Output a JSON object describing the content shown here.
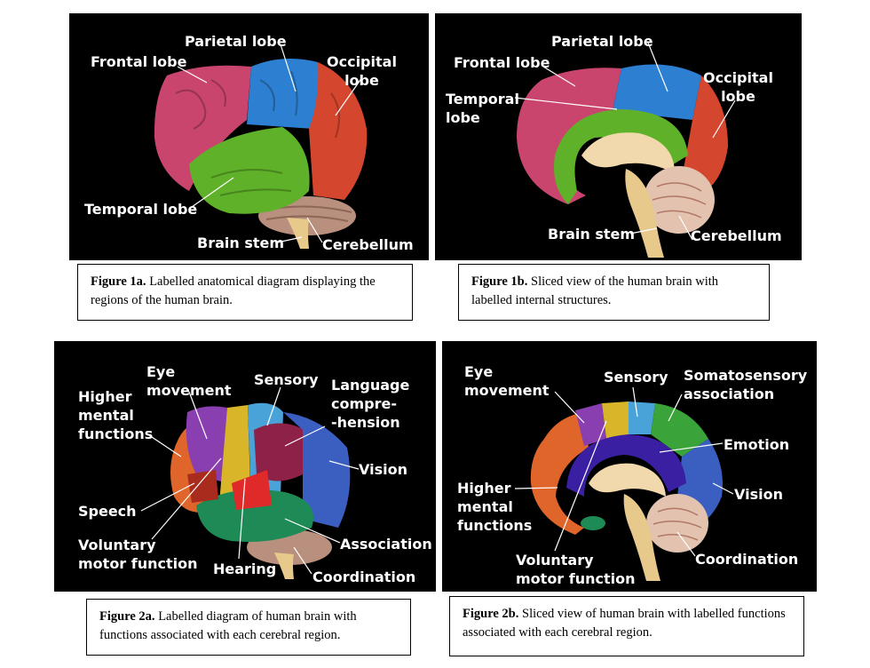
{
  "colors": {
    "frontal": "#c9456e",
    "parietal": "#2d7fd1",
    "occipital": "#d4472e",
    "temporal": "#5fb129",
    "cerebellum": "#b98f7d",
    "brainstem": "#e7c98c",
    "inner": "#f2d9ad"
  },
  "fig1a": {
    "labels": {
      "frontal": "Frontal lobe",
      "parietal": "Parietal lobe",
      "occipital": "Occipital\nlobe",
      "temporal": "Temporal lobe",
      "brainstem": "Brain stem",
      "cerebellum": "Cerebellum"
    },
    "caption_title": "Figure 1a.",
    "caption_text": " Labelled anatomical diagram displaying the regions of the human brain."
  },
  "fig1b": {
    "labels": {
      "frontal": "Frontal lobe",
      "parietal": "Parietal lobe",
      "occipital": "Occipital\nlobe",
      "temporal": "Temporal\nlobe",
      "brainstem": "Brain stem",
      "cerebellum": "Cerebellum"
    },
    "caption_title": "Figure 1b.",
    "caption_text": " Sliced view of the human brain with labelled internal structures."
  },
  "fig2a": {
    "labels": {
      "eye": "Eye\nmovement",
      "higher": "Higher\nmental\nfunctions",
      "sensory": "Sensory",
      "language": "Language\ncompre-\n-hension",
      "vision": "Vision",
      "speech": "Speech",
      "voluntary": "Voluntary\nmotor function",
      "hearing": "Hearing",
      "association": "Association",
      "coordination": "Coordination"
    },
    "caption_title": "Figure 2a.",
    "caption_text": " Labelled diagram of human brain with functions associated with each cerebral region."
  },
  "fig2b": {
    "labels": {
      "eye": "Eye\nmovement",
      "sensory": "Sensory",
      "somato": "Somatosensory\nassociation",
      "emotion": "Emotion",
      "vision": "Vision",
      "higher": "Higher\nmental\nfunctions",
      "voluntary": "Voluntary\nmotor function",
      "coordination": "Coordination"
    },
    "caption_title": "Figure 2b.",
    "caption_text": " Sliced view of human brain with labelled functions associated with each cerebral region."
  }
}
